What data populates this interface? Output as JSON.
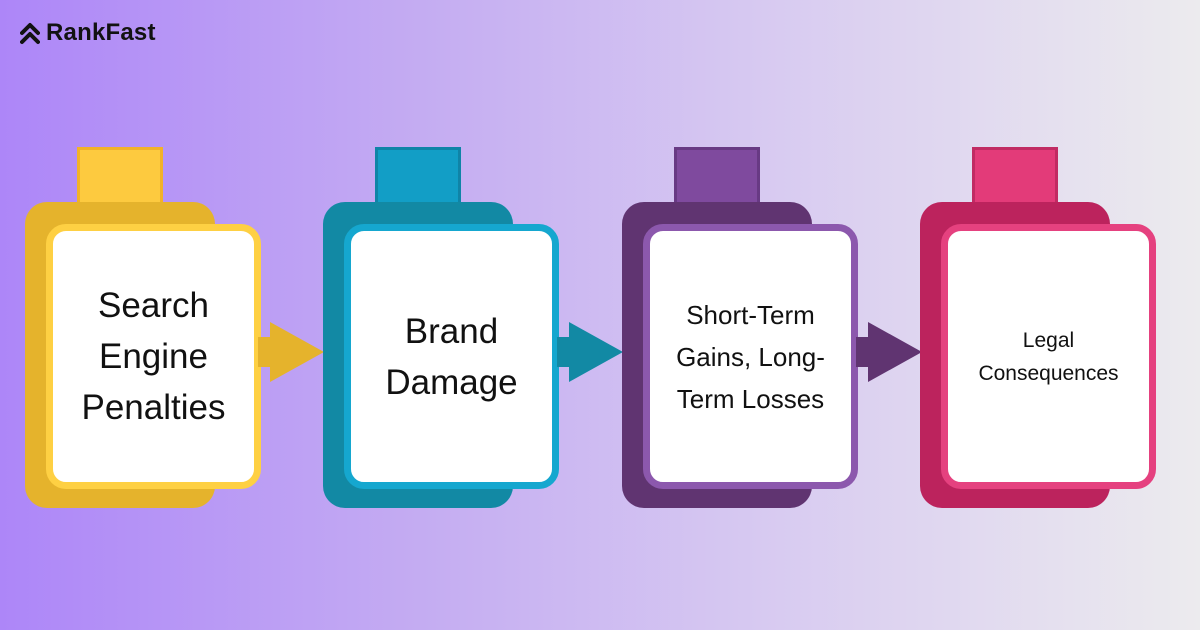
{
  "brand": {
    "name": "RankFast",
    "icon": "double-chevron-up-icon"
  },
  "steps": [
    {
      "label": "Search Engine Penalties",
      "color": "#fdca3f"
    },
    {
      "label": "Brand Damage",
      "color": "#129ec6"
    },
    {
      "label": "Short-Term Gains, Long-Term Losses",
      "color": "#7f4a9e"
    },
    {
      "label": "Legal Consequences",
      "color": "#e33b79"
    }
  ],
  "arrows": [
    {
      "icon": "arrow-right-icon",
      "color": "#e5b32c"
    },
    {
      "icon": "arrow-right-icon",
      "color": "#1289a4"
    },
    {
      "icon": "arrow-right-icon",
      "color": "#603471"
    }
  ]
}
